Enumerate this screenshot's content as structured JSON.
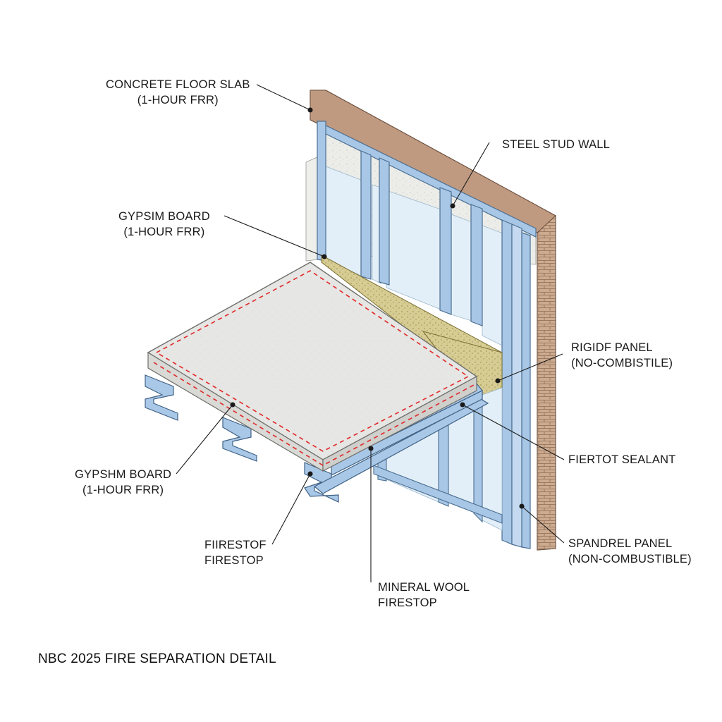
{
  "title": "NBC 2025 FIRE SEPARATION DETAIL",
  "labels": {
    "concrete_slab": [
      "CONCRETE FLOOR SLAB",
      "(1-HOUR FRR)"
    ],
    "steel_stud": [
      "STEEL STUD WALL"
    ],
    "gypsum_upper": [
      "GYPSIM BOARD",
      "(1-HOUR FRR)"
    ],
    "rigid_panel": [
      "RIGIDF PANEL",
      "(NO-COMBISTILE)"
    ],
    "sealant": [
      "FIERTOT SEALANT"
    ],
    "gypsum_lower": [
      "GYPSHM BOARD",
      "(1-HOUR FRR)"
    ],
    "spandrel": [
      "SPANDREL PANEL",
      "(NON-COMBUSTIBLE)"
    ],
    "firestop_lower": [
      "FIIRESTOF",
      "FIRESTOP"
    ],
    "mineral_wool": [
      "MINERAL WOOL",
      "FIRESTOP"
    ]
  },
  "colors": {
    "brick": "#c9a58a",
    "steel": "#a9c8e8",
    "glass": "#e4f0f8",
    "slab": "#e8e8e6",
    "mineral_wool": "#d8cf9a",
    "firestop_line": "#e02828",
    "leader": "#1a1a1a"
  }
}
